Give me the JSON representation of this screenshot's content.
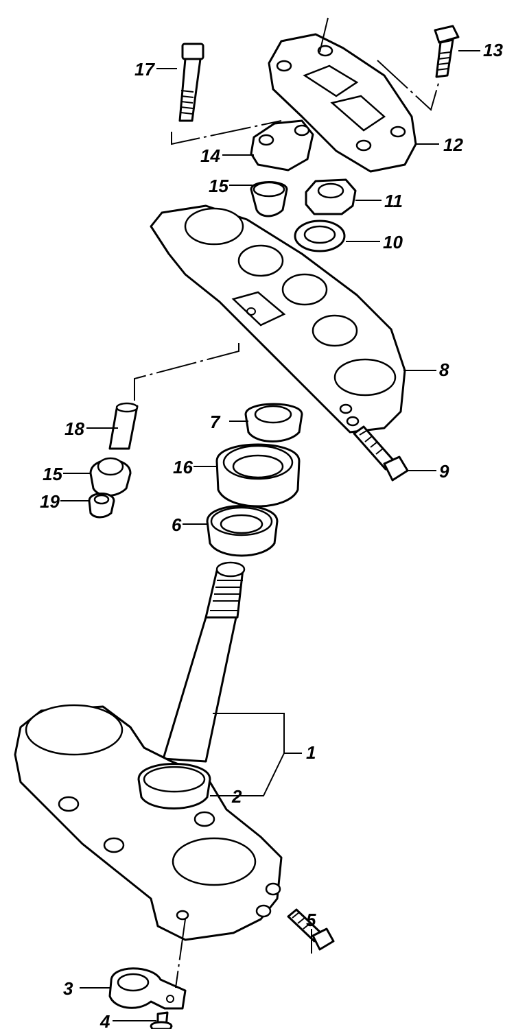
{
  "callouts": [
    {
      "id": "c1",
      "label": "1"
    },
    {
      "id": "c2",
      "label": "2"
    },
    {
      "id": "c3",
      "label": "3"
    },
    {
      "id": "c4",
      "label": "4"
    },
    {
      "id": "c5",
      "label": "5"
    },
    {
      "id": "c6",
      "label": "6"
    },
    {
      "id": "c7",
      "label": "7"
    },
    {
      "id": "c8",
      "label": "8"
    },
    {
      "id": "c9",
      "label": "9"
    },
    {
      "id": "c10",
      "label": "10"
    },
    {
      "id": "c11",
      "label": "11"
    },
    {
      "id": "c12",
      "label": "12"
    },
    {
      "id": "c13",
      "label": "13"
    },
    {
      "id": "c14",
      "label": "14"
    },
    {
      "id": "c15a",
      "label": "15"
    },
    {
      "id": "c15b",
      "label": "15"
    },
    {
      "id": "c16",
      "label": "16"
    },
    {
      "id": "c17",
      "label": "17"
    },
    {
      "id": "c18",
      "label": "18"
    },
    {
      "id": "c19",
      "label": "19"
    }
  ]
}
